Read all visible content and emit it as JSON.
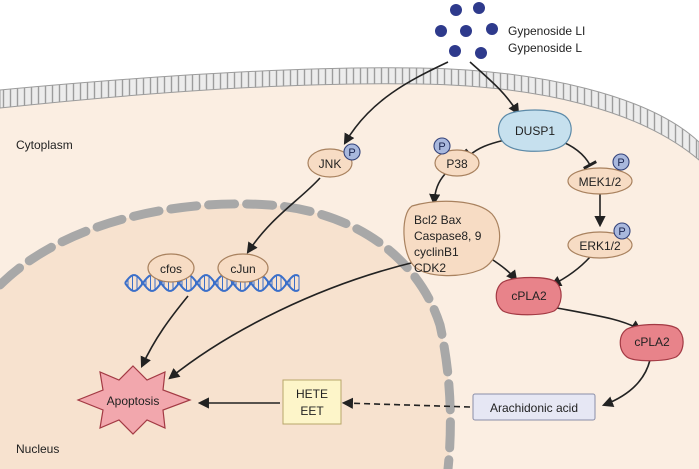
{
  "compounds": [
    "Gypenoside LI",
    "Gypenoside L"
  ],
  "compartments": {
    "cytoplasm": "Cytoplasm",
    "nucleus": "Nucleus"
  },
  "phospho_symbol": "P",
  "nodes": {
    "jnk": "JNK",
    "dusp1": "DUSP1",
    "p38": "P38",
    "mek": "MEK1/2",
    "erk": "ERK1/2",
    "bcl_lines": [
      "Bcl2 Bax",
      "Caspase8, 9",
      "cyclinB1",
      "CDK2"
    ],
    "cpla2_top": "cPLA2",
    "cpla2_right": "cPLA2",
    "cfos": "cfos",
    "cjun": "cJun",
    "arachidonic": "Arachidonic acid",
    "hete": "HETE",
    "eet": "EET",
    "apoptosis": "Apoptosis"
  },
  "colors": {
    "cytoplasm_fill": "#fbeee2",
    "nucleus_fill": "#f7e2cf",
    "membrane": "#bdbdbd",
    "nuclear_envelope": "#a8a8a8",
    "compound_dot": "#2e3a8c",
    "dna_strand": "#3b6fc9",
    "apoptosis_fill": "#f2a7ad",
    "lipid_box_fill": "#e6e7f4",
    "hete_box_fill": "#fdf5c9"
  }
}
